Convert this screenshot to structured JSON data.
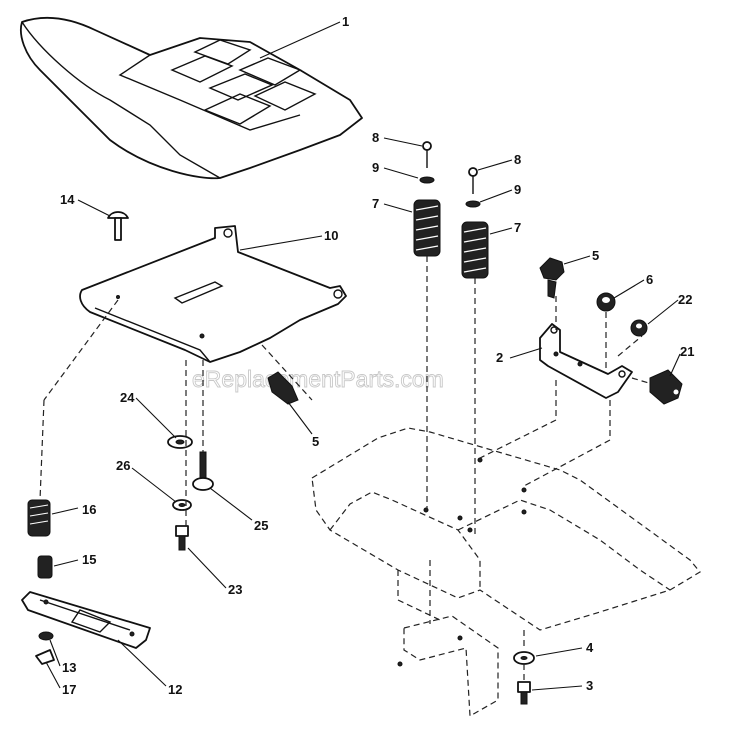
{
  "watermark": "eReplacementParts.com",
  "callouts": [
    {
      "id": "c1",
      "text": "1"
    },
    {
      "id": "c14",
      "text": "14"
    },
    {
      "id": "c10",
      "text": "10"
    },
    {
      "id": "c8a",
      "text": "8"
    },
    {
      "id": "c9a",
      "text": "9"
    },
    {
      "id": "c7a",
      "text": "7"
    },
    {
      "id": "c8b",
      "text": "8"
    },
    {
      "id": "c9b",
      "text": "9"
    },
    {
      "id": "c7b",
      "text": "7"
    },
    {
      "id": "c5a",
      "text": "5"
    },
    {
      "id": "c6",
      "text": "6"
    },
    {
      "id": "c22",
      "text": "22"
    },
    {
      "id": "c2",
      "text": "2"
    },
    {
      "id": "c21",
      "text": "21"
    },
    {
      "id": "c5b",
      "text": "5"
    },
    {
      "id": "c24",
      "text": "24"
    },
    {
      "id": "c26",
      "text": "26"
    },
    {
      "id": "c25",
      "text": "25"
    },
    {
      "id": "c16",
      "text": "16"
    },
    {
      "id": "c15",
      "text": "15"
    },
    {
      "id": "c23",
      "text": "23"
    },
    {
      "id": "c4",
      "text": "4"
    },
    {
      "id": "c3",
      "text": "3"
    },
    {
      "id": "c13",
      "text": "13"
    },
    {
      "id": "c12",
      "text": "12"
    },
    {
      "id": "c17",
      "text": "17"
    }
  ]
}
